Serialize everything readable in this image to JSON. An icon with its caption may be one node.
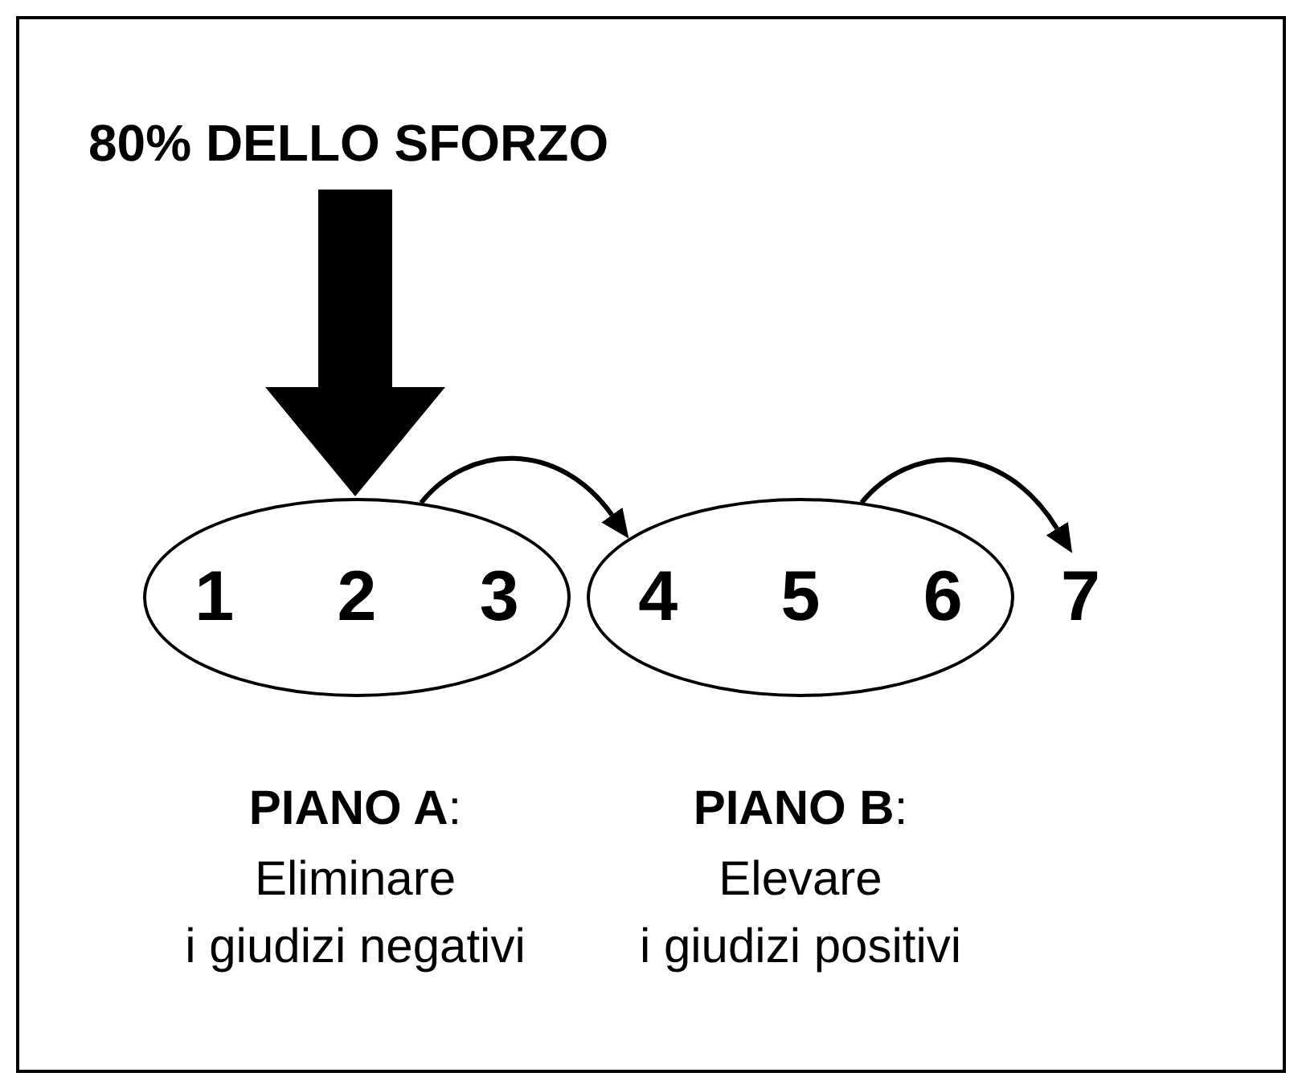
{
  "diagram": {
    "nodes": [
      {
        "text": [
          "80% DELLO SFORZO"
        ]
      },
      {
        "text": [
          "1",
          "2",
          "3"
        ],
        "beside": [
          "**PIANO A**:",
          "Eliminare i giudizi negativi"
        ]
      },
      {
        "text": [
          "4",
          "5",
          "6"
        ],
        "beside": [
          "**PIANO B**:",
          "Elevare i giudizi positivi"
        ]
      },
      {
        "text": [
          "7"
        ]
      }
    ],
    "edges": [
      {
        "from": 0,
        "to": 1,
        "arrow": "to",
        "style": "thick"
      },
      {
        "from": 1,
        "to": 2,
        "arrow": "to"
      },
      {
        "from": 2,
        "to": 3,
        "arrow": "to"
      }
    ]
  }
}
